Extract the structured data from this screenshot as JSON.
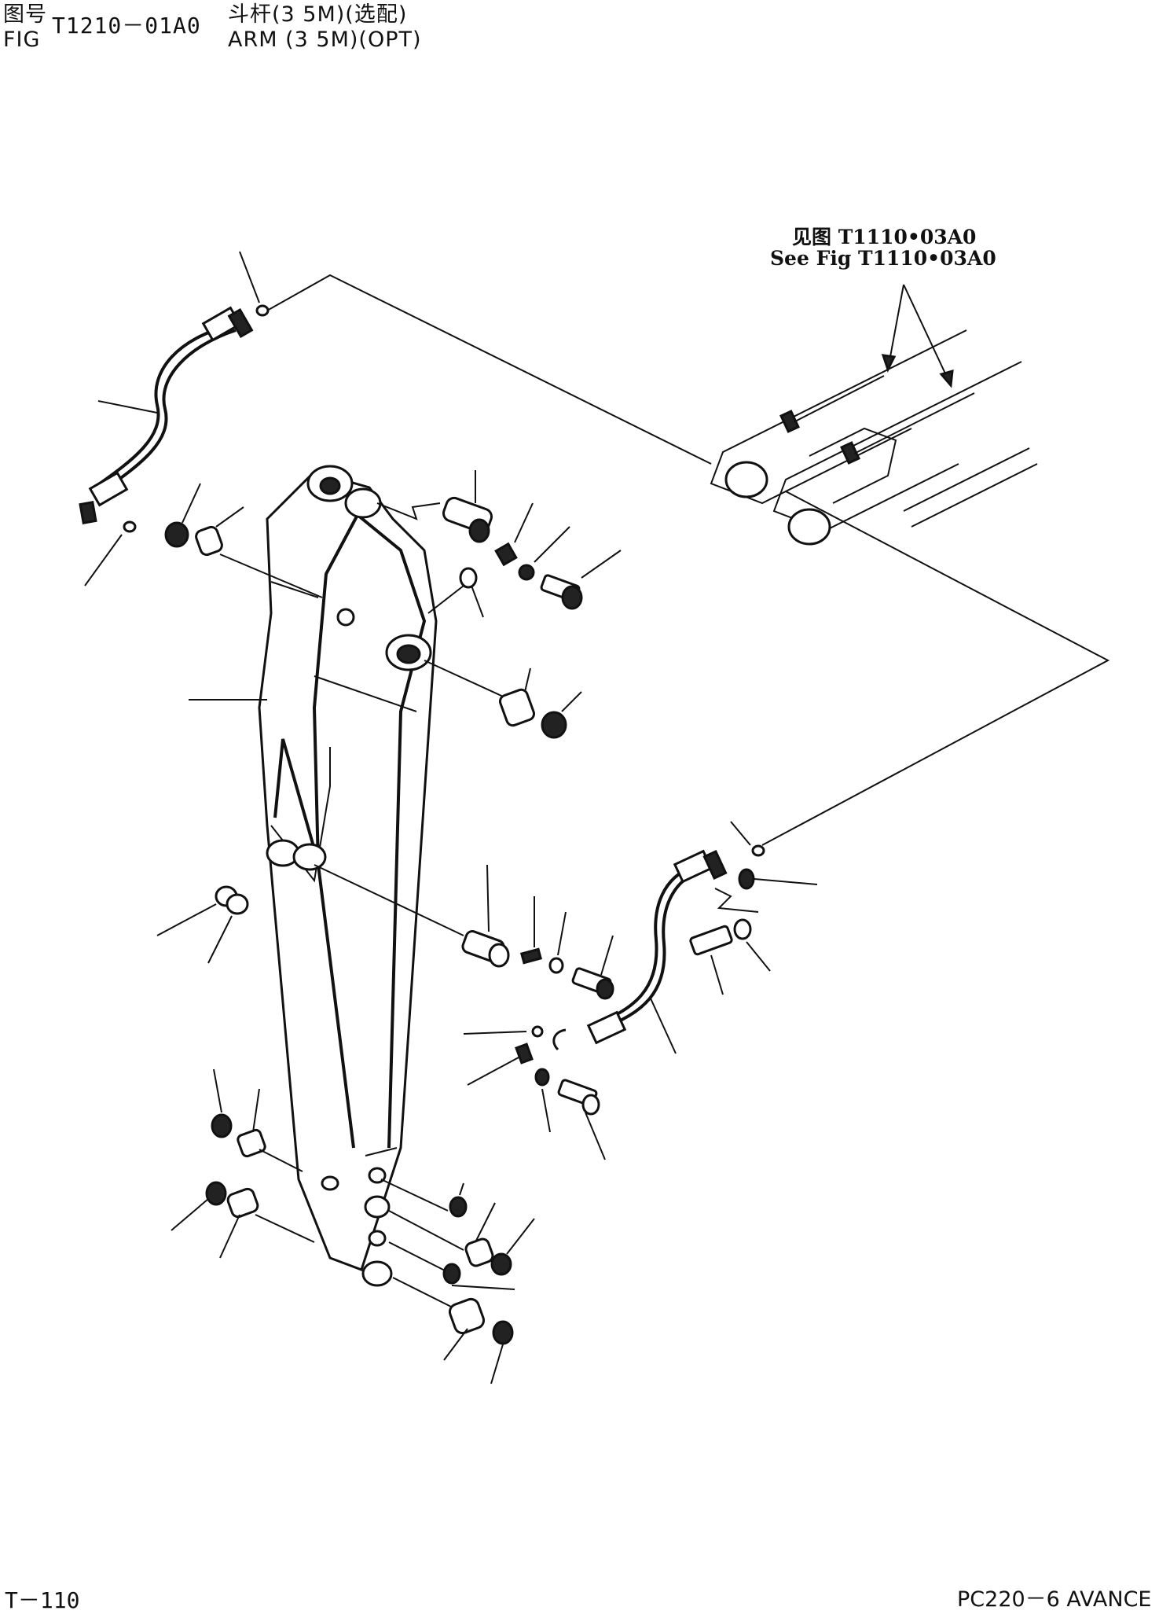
{
  "header": {
    "fig_label_cn": "图号",
    "fig_label_en": "FIG",
    "fig_code": "T1210－01A0",
    "title_cn": "斗杆(3 5M)(选配)",
    "title_en": "ARM (3 5M)(OPT)"
  },
  "reference": {
    "see_cn": "见图 T1110•03A0",
    "see_en": "See Fig  T1110•03A0"
  },
  "footer": {
    "page": "T－110",
    "model": "PC220－6 AVANCE"
  }
}
